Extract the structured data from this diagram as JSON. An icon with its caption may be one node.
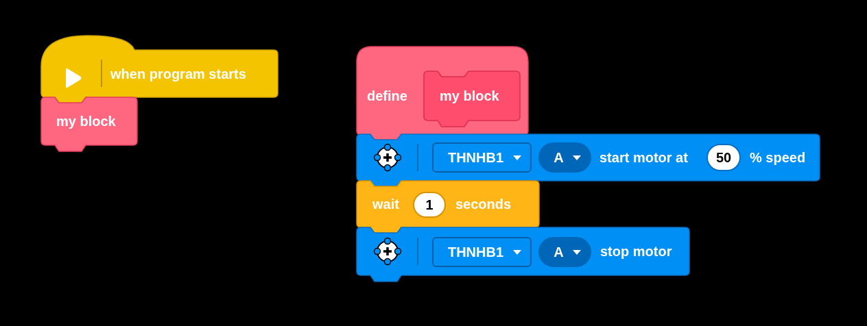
{
  "diagram": {
    "nodes": [
      {
        "text": [
          "when program starts"
        ]
      },
      {
        "text": [
          "my block"
        ]
      },
      {
        "text": [
          "define"
        ]
      },
      {
        "text": [
          "my block"
        ],
        "in": 2
      },
      {
        "text": [
          "start motor at",
          "% speed"
        ]
      },
      {
        "text": [
          "THNHB1"
        ],
        "in": 4
      },
      {
        "text": [
          "A"
        ],
        "in": 4
      },
      {
        "text": [
          "50"
        ],
        "in": 4
      },
      {
        "text": [
          "wait",
          "seconds"
        ]
      },
      {
        "text": [
          "1"
        ],
        "in": 8
      },
      {
        "text": [
          "stop motor"
        ]
      },
      {
        "text": [
          "THNHB1"
        ],
        "in": 10
      },
      {
        "text": [
          "A"
        ],
        "in": 10
      }
    ]
  }
}
